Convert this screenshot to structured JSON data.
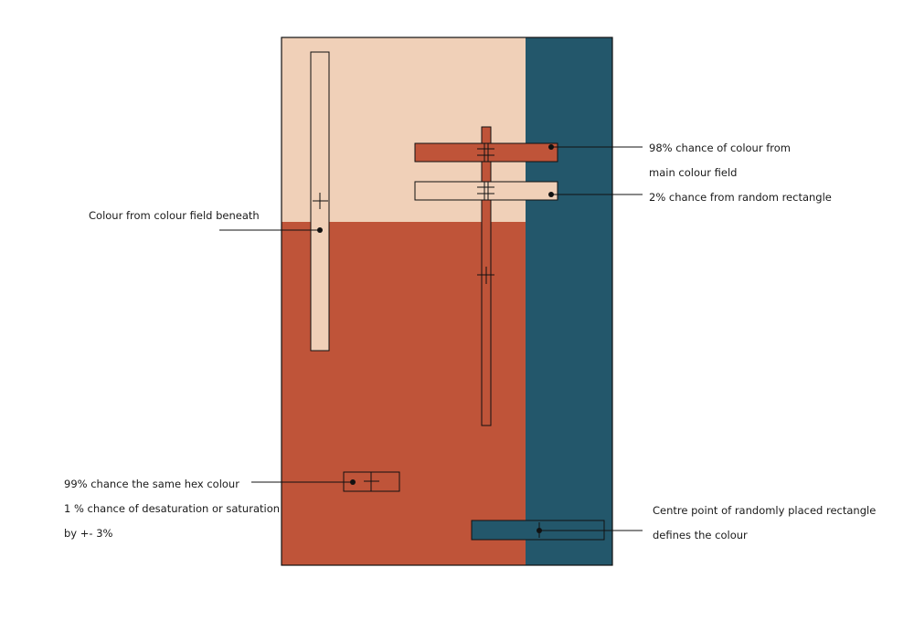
{
  "colors": {
    "peach": "#f0d0b8",
    "rust": "#bf5439",
    "teal": "#23576b",
    "ink": "#111111"
  },
  "annotations": {
    "field_beneath": "Colour from colour field beneath",
    "main_field_line1": "98% chance of colour from",
    "main_field_line2": "main colour field",
    "random_rect": "2% chance from random rectangle",
    "hex_line1": "99% chance the same hex colour",
    "hex_line2": "1 % chance of desaturation or saturation",
    "hex_line3": "by +- 3%",
    "centre_line1": "Centre point of randomly placed rectangle",
    "centre_line2": "defines the colour"
  }
}
